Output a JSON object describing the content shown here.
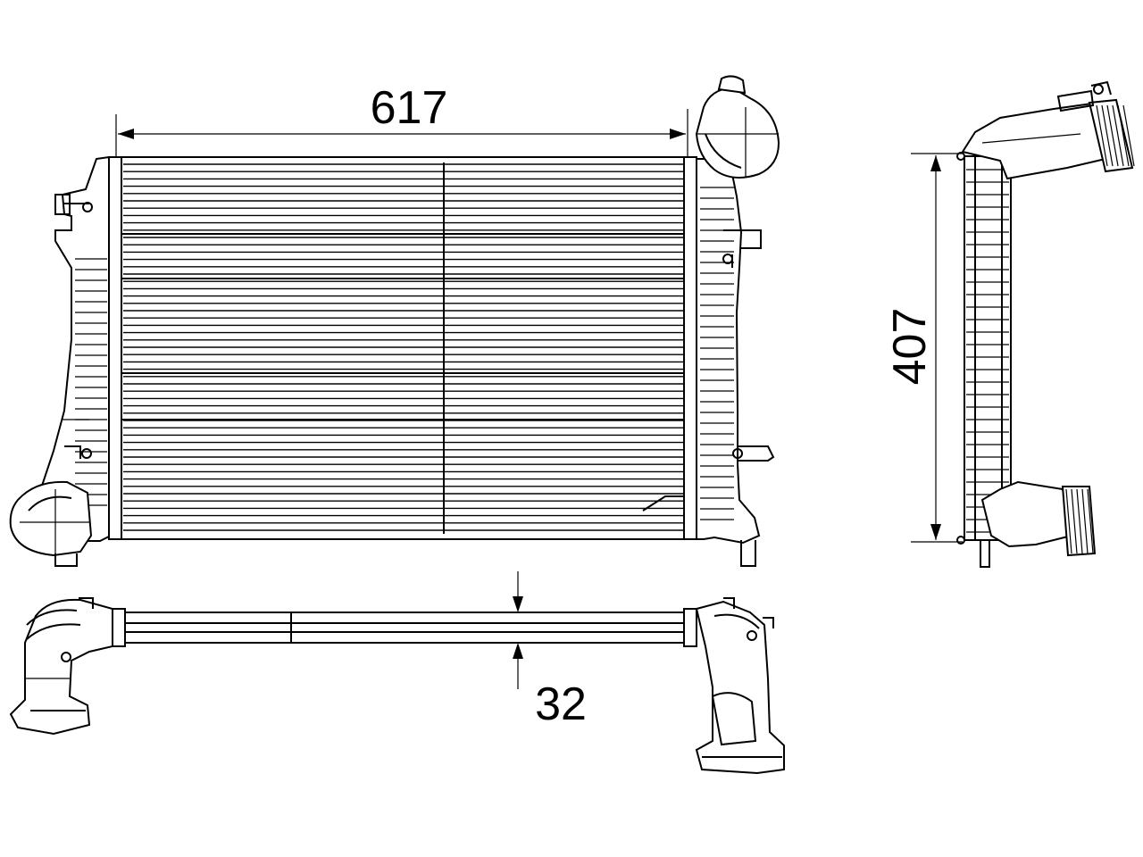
{
  "dimensions": {
    "width": "617",
    "height": "407",
    "depth": "32"
  },
  "colors": {
    "line": "#000000",
    "background": "#ffffff"
  }
}
